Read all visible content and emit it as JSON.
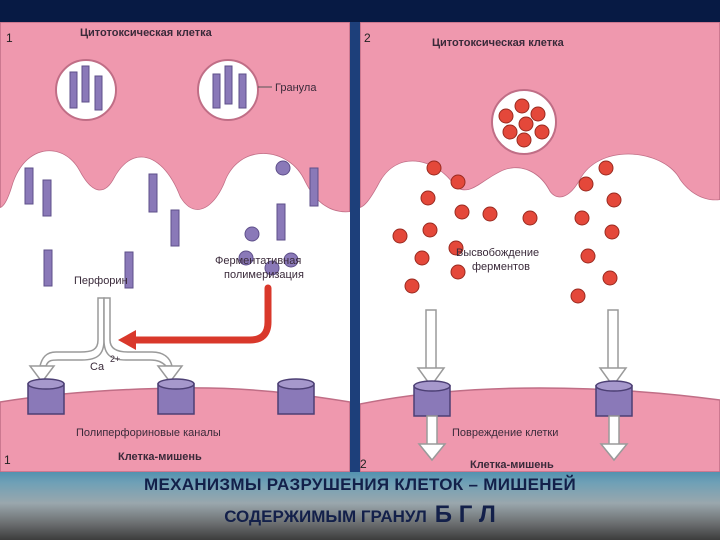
{
  "panel1": {
    "number": "1",
    "title": "Цитотоксическая клетка",
    "granule_label": "Гранула",
    "perforin_label": "Перфорин",
    "polymerization_label_line1": "Ферментативная",
    "polymerization_label_line2": "полимеризация",
    "calcium_label": "Ca",
    "calcium_charge": "2+",
    "channels_label": "Полиперфориновые каналы",
    "target_label": "Клетка-мишень"
  },
  "panel2": {
    "number": "2",
    "title": "Цитотоксическая клетка",
    "release_line1": "Высвобождение",
    "release_line2": "ферментов",
    "damage_label": "Повреждение клетки",
    "target_label": "Клетка-мишень"
  },
  "caption": {
    "line1": "МЕХАНИЗМЫ РАЗРУШЕНИЯ КЛЕТОК – МИШЕНЕЙ",
    "line2": "СОДЕРЖИМЫМ ГРАНУЛ",
    "line2_emphasis": "Б Г Л"
  },
  "colors": {
    "cell_pink": "#ef98ae",
    "background_pink": "#f6c9cf",
    "perforin_purple": "#8a79b8",
    "enzyme_red": "#e4483a",
    "arrow_red": "#d9382b"
  }
}
